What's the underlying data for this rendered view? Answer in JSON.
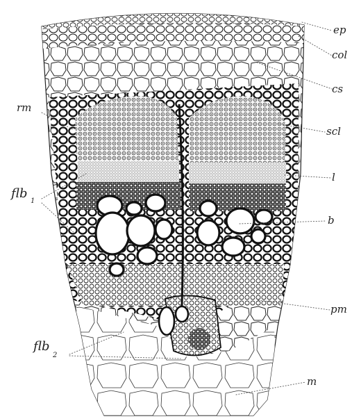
{
  "figure": {
    "labels": {
      "ep": "ep",
      "col": "col",
      "cs": "cs",
      "scl": "scl",
      "l": "l",
      "b": "b",
      "pm": "pm",
      "m": "m",
      "rm": "rm",
      "flb1_main": "flb",
      "flb1_sub": "1",
      "flb2_main": "flb",
      "flb2_sub": "2"
    }
  }
}
